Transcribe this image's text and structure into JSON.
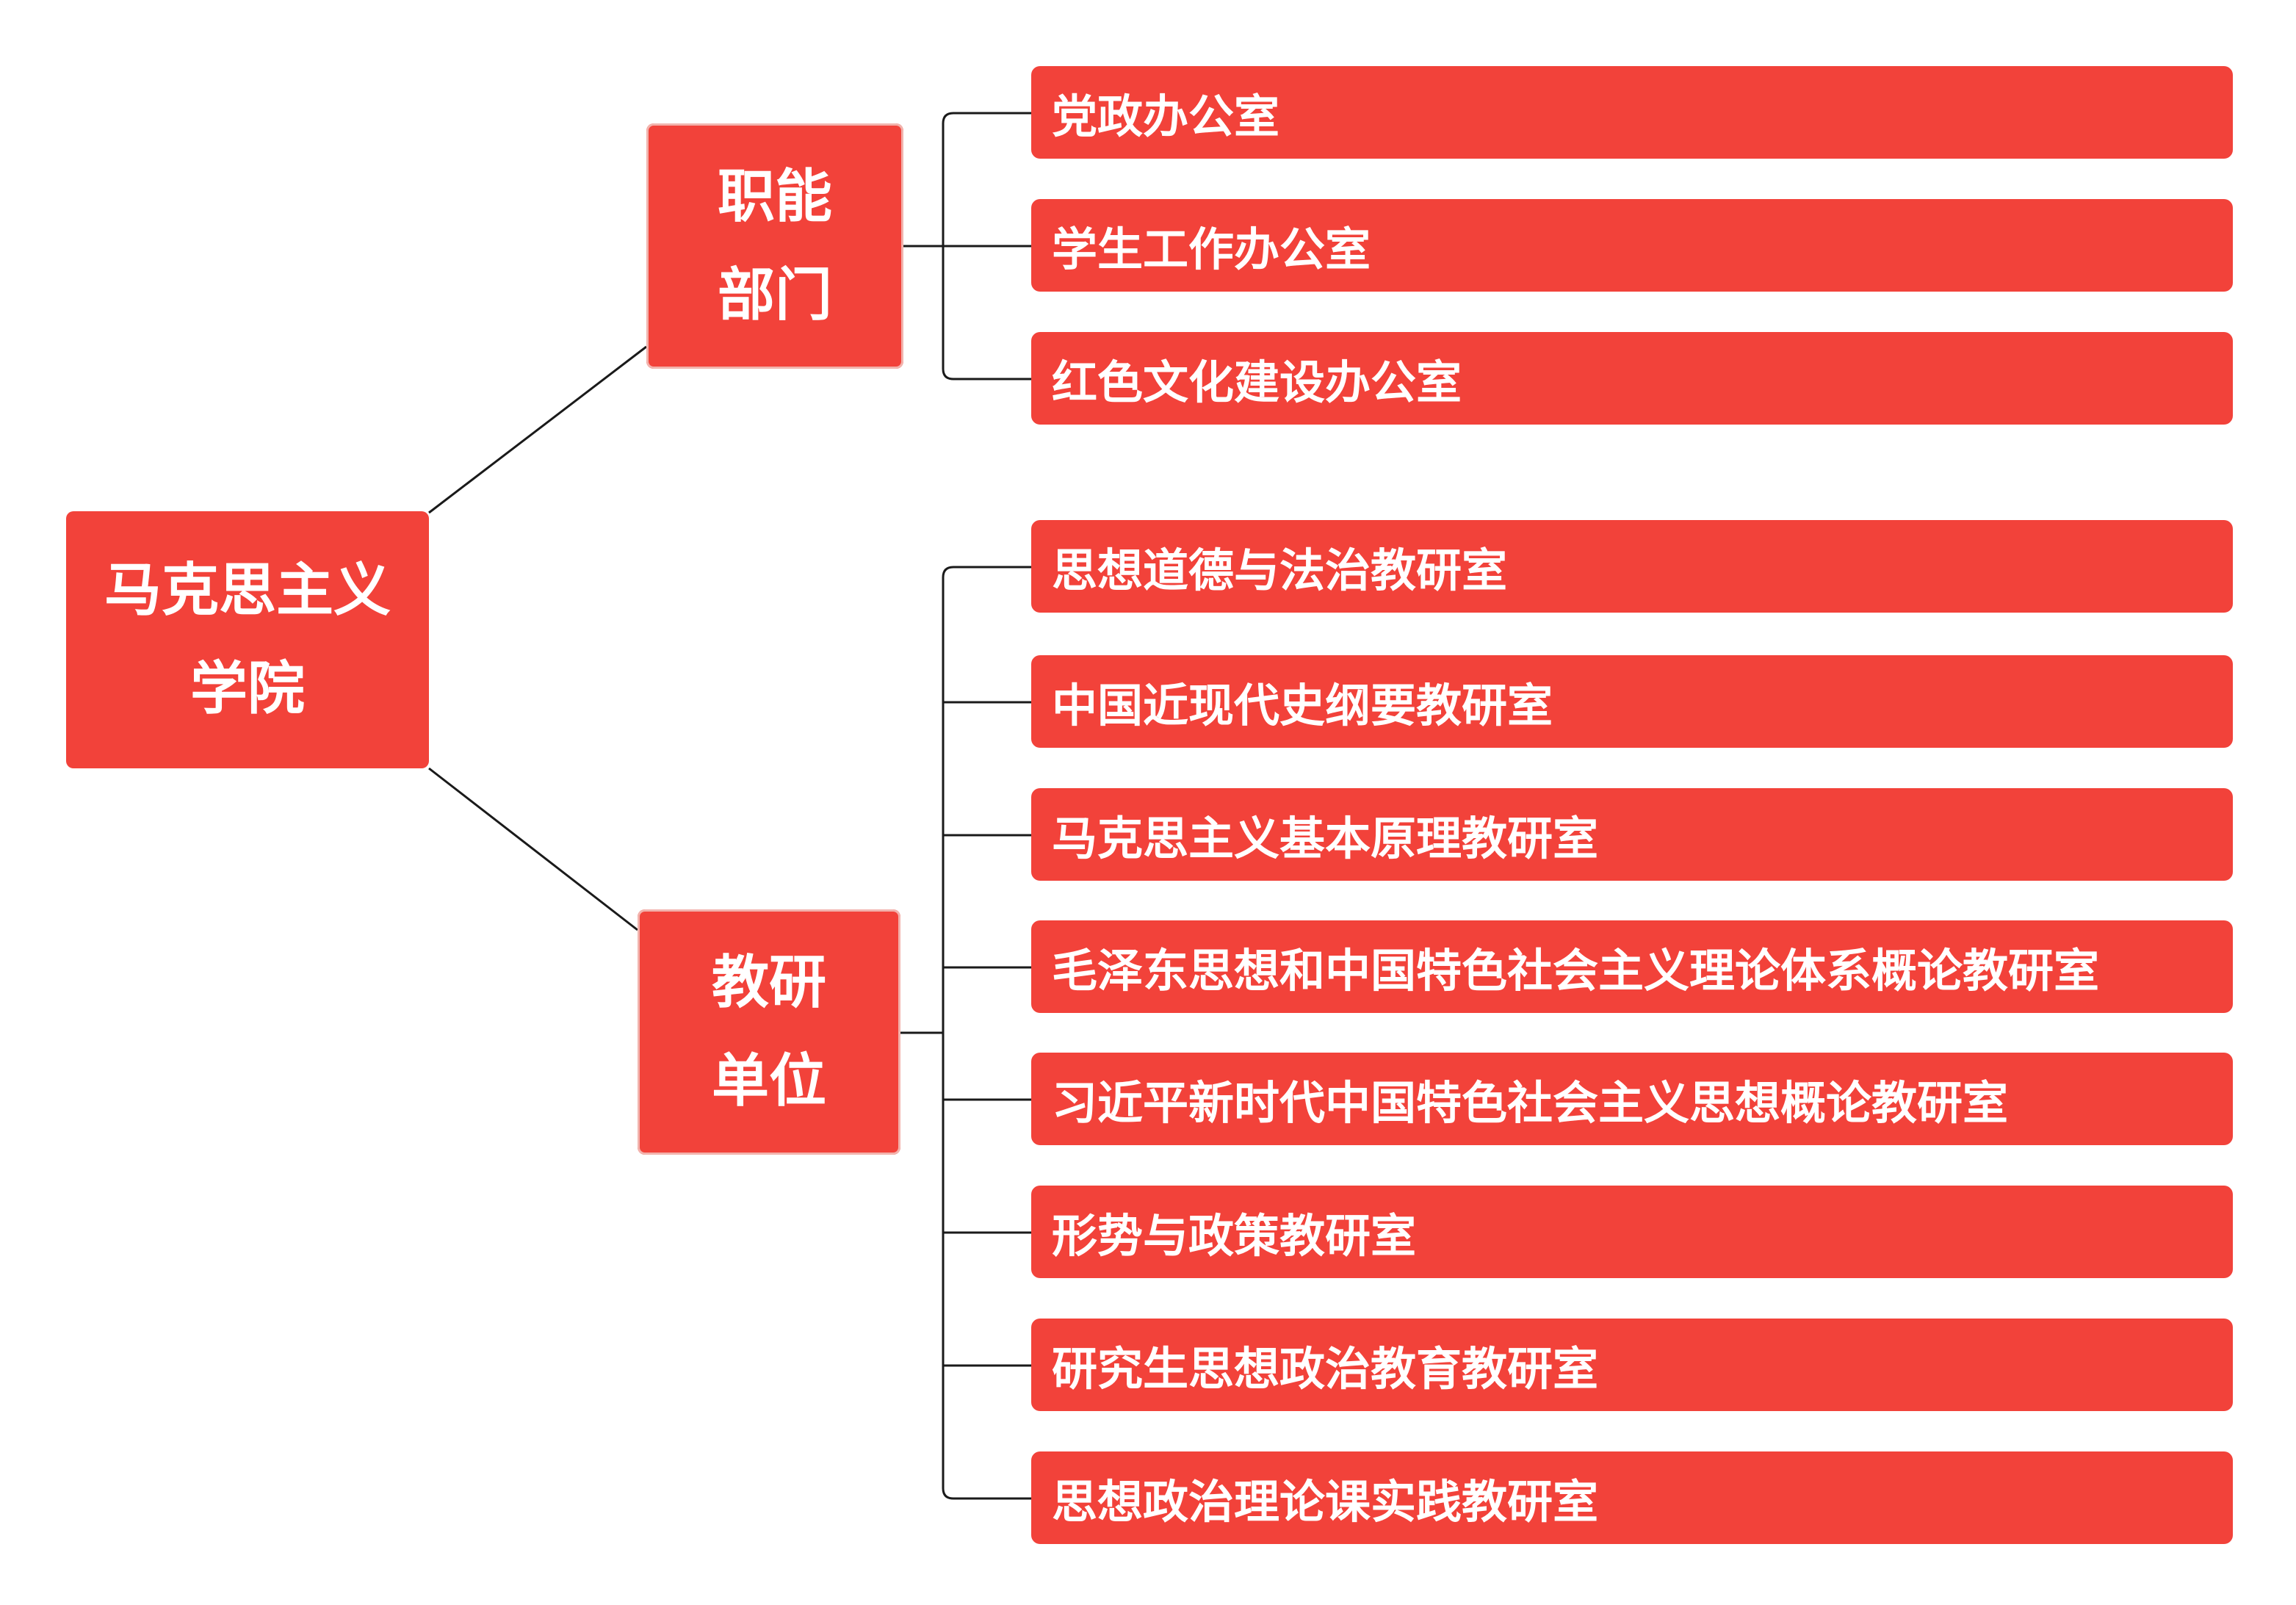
{
  "colors": {
    "node_fill": "#f2423a",
    "connector": "#1a1a1a",
    "background": "#ffffff"
  },
  "root": {
    "label": "马克思主义学院"
  },
  "branches": [
    {
      "label": "职能部门",
      "children": [
        "党政办公室",
        "学生工作办公室",
        "红色文化建设办公室"
      ]
    },
    {
      "label": "教研单位",
      "children": [
        "思想道德与法治教研室",
        "中国近现代史纲要教研室",
        "马克思主义基本原理教研室",
        "毛泽东思想和中国特色社会主义理论体系概论教研室",
        "习近平新时代中国特色社会主义思想概论教研室",
        "形势与政策教研室",
        "研究生思想政治教育教研室",
        "思想政治理论课实践教研室"
      ]
    }
  ]
}
